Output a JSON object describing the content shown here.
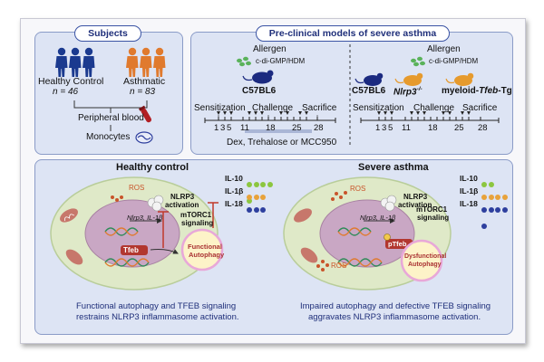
{
  "subjects": {
    "title": "Subjects",
    "healthy_label": "Healthy Control",
    "healthy_n": "n = 46",
    "asthmatic_label": "Asthmatic",
    "asthmatic_n": "n = 83",
    "blood_label": "Peripheral blood",
    "monocytes_label": "Monocytes",
    "colors": {
      "healthy": "#1b3a8f",
      "asthmatic": "#e07a2e",
      "tube": "#b21f24"
    }
  },
  "models": {
    "title": "Pre-clinical models of severe asthma",
    "left": {
      "allergen": "Allergen",
      "agent": "c-di-GMP/HDM",
      "strain": "C57BL6",
      "phases": {
        "sensitization": "Sensitization",
        "challenge": "Challenge",
        "sacrifice": "Sacrifice"
      },
      "days": [
        "1",
        "3",
        "5",
        "11",
        "18",
        "25",
        "28"
      ],
      "treatment": "Dex, Trehalose or MCC950"
    },
    "right": {
      "allergen": "Allergen",
      "agent": "c-di-GMP/HDM",
      "strain1": "C57BL6",
      "strain2_name": "Nlrp3",
      "strain2_sup": "-/-",
      "strain3_prefix": "myeloid-",
      "strain3_gene": "Tfeb",
      "strain3_suffix": "-Tg",
      "phases": {
        "sensitization": "Sensitization",
        "challenge": "Challenge",
        "sacrifice": "Sacrifice"
      },
      "days": [
        "1",
        "3",
        "5",
        "11",
        "18",
        "25",
        "28"
      ]
    },
    "colors": {
      "mouse_dark": "#1b2a80",
      "mouse_orange": "#e69a2d",
      "allergen": "#5ab25a"
    }
  },
  "healthy": {
    "title": "Healthy control",
    "ros": "ROS",
    "nlrp3": "NLRP3",
    "activation": "activation",
    "genes": "Nlrp3, IL-1β",
    "mtorc1": "mTORC1",
    "signaling": "signaling",
    "tfeb": "Tfeb",
    "autophagy1": "Functional",
    "autophagy2": "Autophagy",
    "cytokines": [
      {
        "label": "IL-10",
        "dots": 5,
        "color": "#8cc63f"
      },
      {
        "label": "IL-1β",
        "dots": 3,
        "color": "#e8a23a"
      },
      {
        "label": "IL-18",
        "dots": 3,
        "color": "#2e3f9e"
      }
    ],
    "caption1": "Functional autophagy and TFEB signaling",
    "caption2": "restrains NLRP3 inflammasome activation."
  },
  "severe": {
    "title": "Severe asthma",
    "ros": "ROS",
    "nlrp3": "NLRP3",
    "activation": "activation",
    "genes": "Nlrp3, IL-1β",
    "mtorc1": "mTORC1",
    "signaling": "signaling",
    "tfeb": "pTfeb",
    "autophagy1": "Dysfunctional",
    "autophagy2": "Autophagy",
    "cytokines": [
      {
        "label": "IL-10",
        "dots": 2,
        "color": "#8cc63f"
      },
      {
        "label": "IL-1β",
        "dots": 4,
        "color": "#e8a23a"
      },
      {
        "label": "IL-18",
        "dots": 5,
        "color": "#2e3f9e"
      }
    ],
    "caption1": "Impaired autophagy and defective TFEB signaling",
    "caption2": "aggravates NLRP3 inflammasome activation."
  }
}
